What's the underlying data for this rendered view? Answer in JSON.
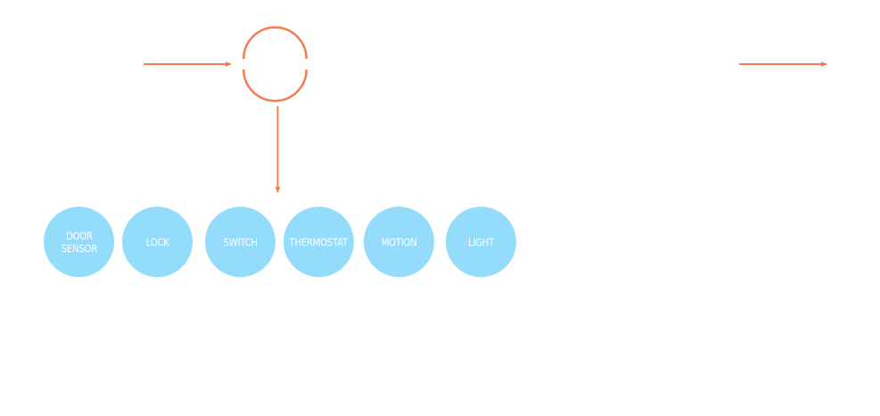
{
  "colors": {
    "connector": "#f47c51",
    "device_fill": "#93dcfc",
    "device_text": "#ffffff",
    "background": "#ffffff"
  },
  "devices": [
    {
      "label": "DOOR\nSENSOR"
    },
    {
      "label": "LOCK"
    },
    {
      "label": "SWITCH"
    },
    {
      "label": "THERMOSTAT"
    },
    {
      "label": "MOTION"
    },
    {
      "label": "LIGHT"
    }
  ]
}
